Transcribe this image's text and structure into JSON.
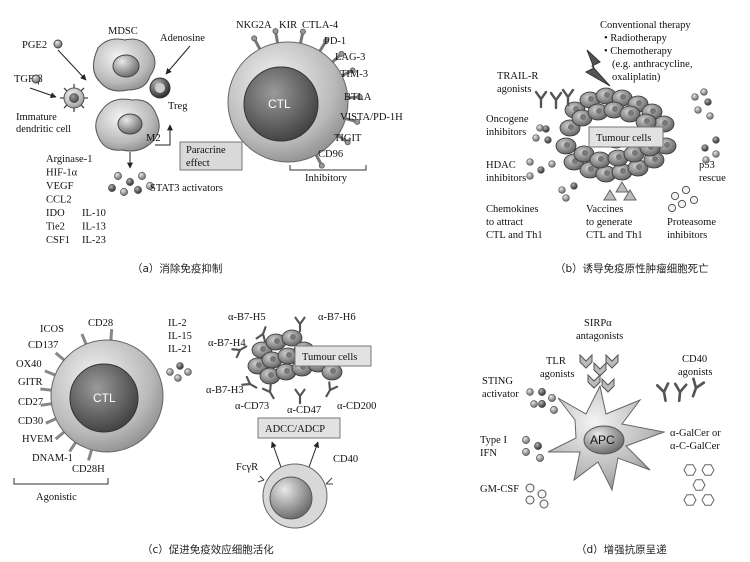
{
  "panel_a": {
    "caption": "（a）消除免疫抑制",
    "mdsc": "MDSC",
    "adenosine": "Adenosine",
    "pge2": "PGE2",
    "tgfb": "TGF-β",
    "immature_dc": [
      "Immature",
      "dendritic cell"
    ],
    "treg": "Treg",
    "m2": "M2",
    "paracrine": [
      "Paracrine",
      "effect"
    ],
    "stat3": "STAT3 activators",
    "factors_left": [
      "Arginase-1",
      "HIF-1α",
      "VEGF",
      "CCL2",
      "IDO",
      "Tie2",
      "CSF1"
    ],
    "factors_right": [
      "IL-10",
      "IL-13",
      "IL-23"
    ],
    "receptors": [
      "NKG2A",
      "KIR",
      "CTLA-4",
      "PD-1",
      "LAG-3",
      "TIM-3",
      "BTLA",
      "VISTA/PD-1H",
      "TIGIT",
      "CD96"
    ],
    "ctl": "CTL",
    "inhibitory": "Inhibitory"
  },
  "panel_b": {
    "caption": "（b）诱导免疫原性肿瘤细胞死亡",
    "conventional": [
      "Conventional therapy",
      "• Radiotherapy",
      "• Chemotherapy",
      "(e.g. anthracycline,",
      "oxaliplatin)"
    ],
    "trail": [
      "TRAIL-R",
      "agonists"
    ],
    "oncogene": [
      "Oncogene",
      "inhibitors"
    ],
    "hdac": [
      "HDAC",
      "inhibitors"
    ],
    "tumour": "Tumour cells",
    "p53": [
      "p53",
      "rescue"
    ],
    "chemokines": [
      "Chemokines",
      "to attract",
      "CTL and Th1"
    ],
    "vaccines": [
      "Vaccines",
      "to generate",
      "CTL and Th1"
    ],
    "proteasome": [
      "Proteasome",
      "inhibitors"
    ]
  },
  "panel_c": {
    "caption": "（c）促进免疫效应细胞活化",
    "receptors": [
      "ICOS",
      "CD28",
      "CD137",
      "OX40",
      "GITR",
      "CD27",
      "CD30",
      "HVEM",
      "DNAM-1",
      "CD28H"
    ],
    "ctl": "CTL",
    "agonistic": "Agonistic",
    "cytokines": [
      "IL-2",
      "IL-15",
      "IL-21"
    ],
    "antibodies": [
      "α-B7-H5",
      "α-B7-H6",
      "α-B7-H4",
      "α-B7-H3",
      "α-CD73",
      "α-CD47",
      "α-CD200"
    ],
    "tumour": "Tumour cells",
    "adcc": "ADCC/ADCP",
    "fcgr": "FcγR",
    "cd40": "CD40"
  },
  "panel_d": {
    "caption": "（d）增强抗原呈递",
    "sirpa": [
      "SIRPα",
      "antagonists"
    ],
    "tlr": [
      "TLR",
      "agonists"
    ],
    "cd40": [
      "CD40",
      "agonists"
    ],
    "sting": [
      "STING",
      "activator"
    ],
    "apc": "APC",
    "typei": [
      "Type I",
      "IFN"
    ],
    "galcer": [
      "α-GalCer or",
      "α-C-GalCer"
    ],
    "gmcsf": "GM-CSF"
  }
}
